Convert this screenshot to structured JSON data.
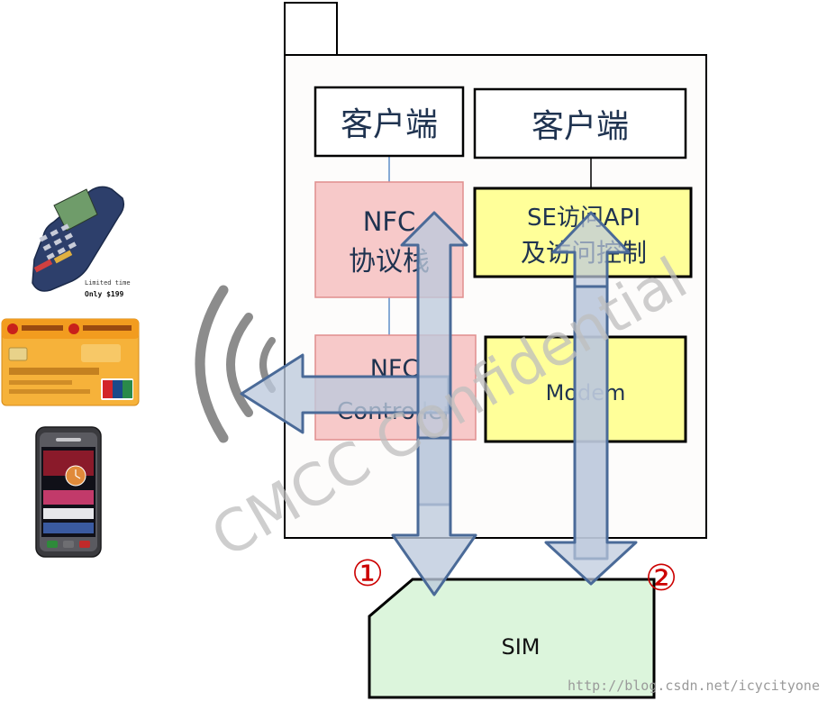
{
  "phone": {
    "client_left": "客户端",
    "client_right": "客户端",
    "nfc_stack": {
      "line1": "NFC",
      "line2": "协议栈"
    },
    "se_api": {
      "line1": "SE访问API",
      "line2": "及访问控制"
    },
    "nfc_controller": {
      "line1": "NFC",
      "line2": "Controller"
    },
    "modem": "Modem"
  },
  "sim": {
    "label": "SIM"
  },
  "markers": {
    "path1": "①",
    "path2": "②"
  },
  "watermark": "CMCC Confidential",
  "footer_url": "http://blog.csdn.net/icycityone",
  "devices": {
    "pos_terminal_caption": "Limited time Only $199"
  },
  "colors": {
    "pink_fill": "#f7c9c9",
    "pink_border": "#e08e8e",
    "yellow_fill": "#ffff99",
    "sim_fill": "#dcf5dc",
    "arrow_fill": "#bcc9dc",
    "arrow_stroke": "#4a6a98",
    "marker_red": "#cc0000"
  }
}
